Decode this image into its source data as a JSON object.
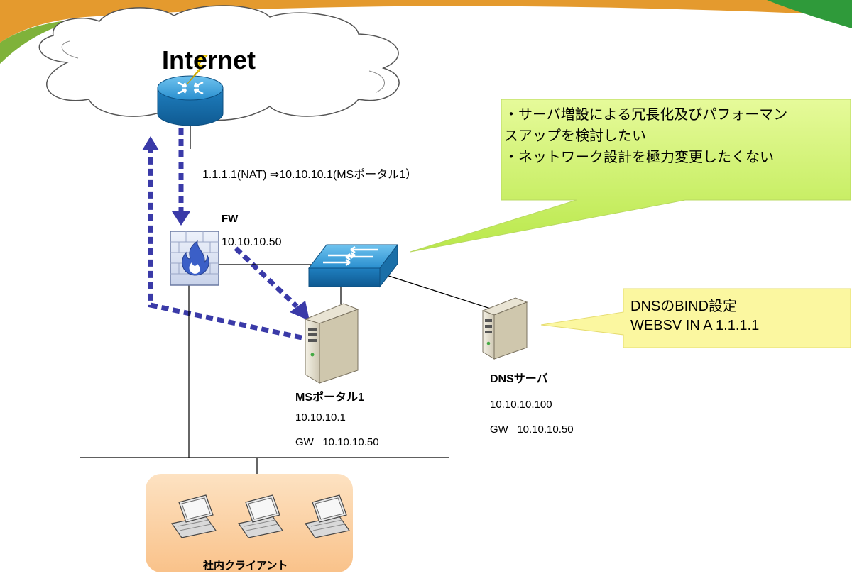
{
  "internet": {
    "label": "Internet"
  },
  "nat_rule": "1.1.1.1(NAT) ⇒10.10.10.1(MSポータル1）",
  "firewall": {
    "name": "FW",
    "ip": "10.10.10.50"
  },
  "portal": {
    "name": "MSポータル1",
    "ip": "10.10.10.1",
    "gw": "GW   10.10.10.50"
  },
  "dns": {
    "name": "DNSサーバ",
    "ip": "10.10.10.100",
    "gw": "GW   10.10.10.50"
  },
  "clients": {
    "label": "社内クライアント"
  },
  "callout_top": {
    "lines": [
      "・サーバ増設による冗長化及びパフォーマン",
      "スアップを検討したい",
      "・ネットワーク設計を極力変更したくない"
    ]
  },
  "callout_dns": {
    "lines": [
      "DNSのBIND設定",
      "WEBSV IN A 1.1.1.1"
    ]
  },
  "colors": {
    "arrow": "#3a3aa8",
    "callout_fill": "#ccf26a",
    "callout_dns_fill": "#fbf7a0",
    "clients_fill": "#fbd3a6",
    "router": "#2a8fcf",
    "switch": "#2a8fcf",
    "banner_orange": "#e49a2e",
    "banner_green": "#2f9a3a"
  }
}
